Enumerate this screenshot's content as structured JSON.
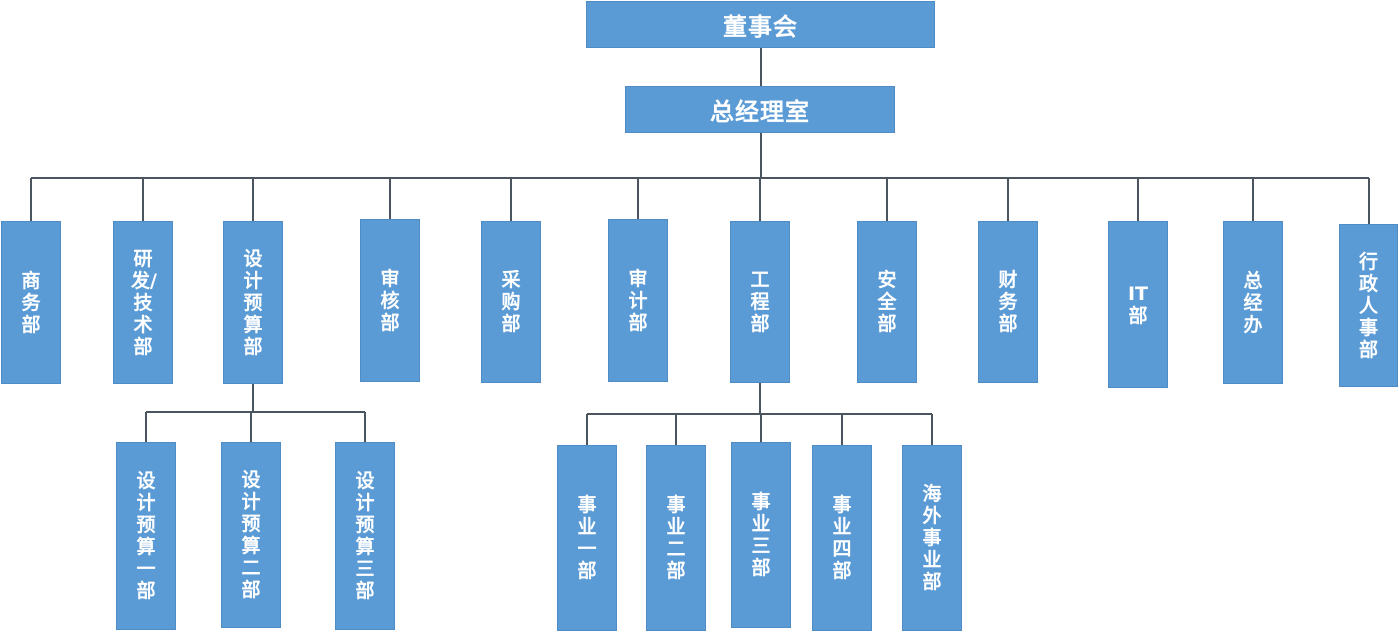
{
  "org": {
    "board": "董事会",
    "gm_office": "总经理室",
    "departments": [
      "商务部",
      "研发/技术部",
      "设计预算部",
      "审核部",
      "采购部",
      "审计部",
      "工程部",
      "安全部",
      "财务部",
      "IT部",
      "总经办",
      "行政人事部"
    ],
    "design_subs": [
      "设计预算一部",
      "设计预算二部",
      "设计预算三部"
    ],
    "engineering_subs": [
      "事业一部",
      "事业二部",
      "事业三部",
      "事业四部",
      "海外事业部"
    ]
  },
  "colors": {
    "box": "#5b9bd5",
    "border": "#4f8cc4",
    "line": "#4a5560",
    "text": "#ffffff"
  }
}
